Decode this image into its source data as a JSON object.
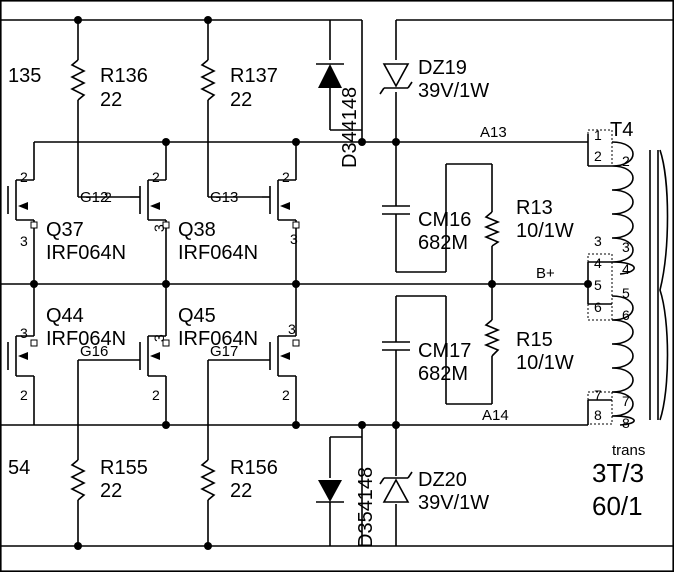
{
  "resistors": {
    "r135": {
      "ref": "135"
    },
    "r136": {
      "ref": "R136",
      "value": "22"
    },
    "r137": {
      "ref": "R137",
      "value": "22"
    },
    "r13": {
      "ref": "R13",
      "value": "10/1W"
    },
    "r15": {
      "ref": "R15",
      "value": "10/1W"
    },
    "r154": {
      "ref": "54"
    },
    "r155": {
      "ref": "R155",
      "value": "22"
    },
    "r156": {
      "ref": "R156",
      "value": "22"
    }
  },
  "diodes": {
    "d34": {
      "ref": "D344148"
    },
    "d35": {
      "ref": "D354148"
    },
    "dz19": {
      "ref": "DZ19",
      "value": "39V/1W"
    },
    "dz20": {
      "ref": "DZ20",
      "value": "39V/1W"
    }
  },
  "capacitors": {
    "cm16": {
      "ref": "CM16",
      "value": "682M"
    },
    "cm17": {
      "ref": "CM17",
      "value": "682M"
    }
  },
  "transistors": {
    "q37": {
      "ref": "Q37",
      "part": "IRF064N"
    },
    "q38": {
      "ref": "Q38",
      "part": "IRF064N"
    },
    "q44": {
      "ref": "Q44",
      "part": "IRF064N"
    },
    "q45": {
      "ref": "Q45",
      "part": "IRF064N"
    }
  },
  "gates": {
    "g12": "G12",
    "g13": "G13",
    "g16": "G16",
    "g17": "G17"
  },
  "pin_labels": {
    "p2": "2",
    "p3": "3"
  },
  "nets": {
    "a13": "A13",
    "a14": "A14",
    "bplus": "B+"
  },
  "transformer": {
    "ref": "T4",
    "pins": [
      "1",
      "2",
      "3",
      "4",
      "5",
      "6",
      "7",
      "8"
    ],
    "caption": "trans",
    "line1": "3T/3",
    "line2": "60/1"
  }
}
